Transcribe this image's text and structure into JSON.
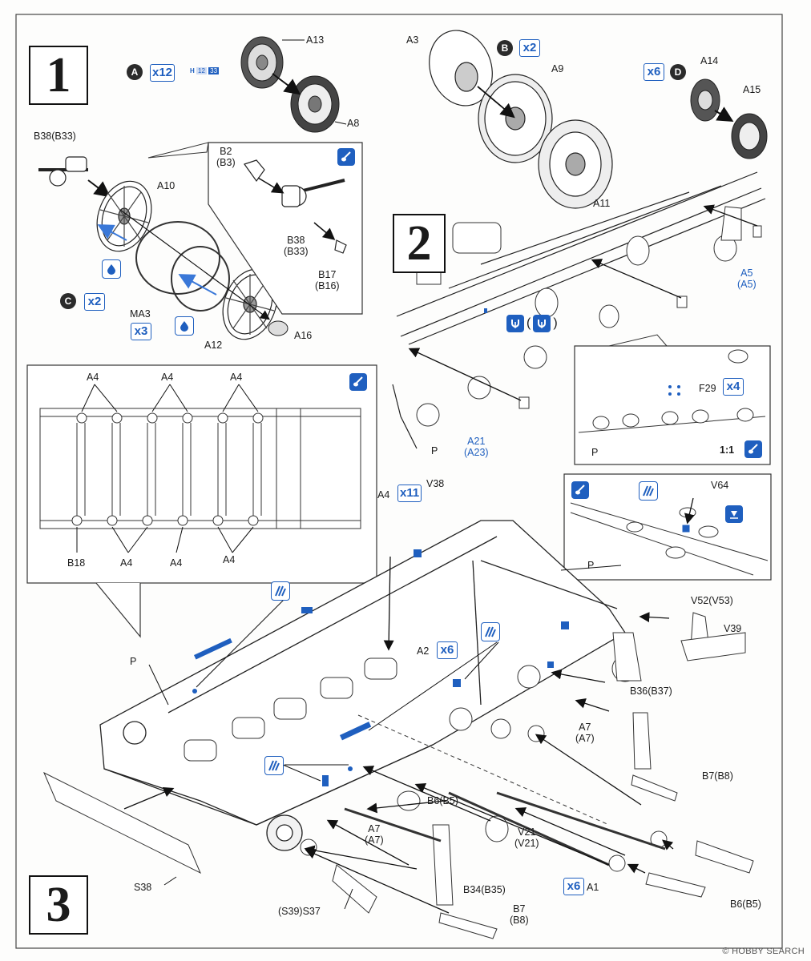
{
  "steps": {
    "s1": "1",
    "s2": "2",
    "s3": "3"
  },
  "step1": {
    "circle_a": "A",
    "qty_a": "x12",
    "paint_h": "H",
    "paint_c1": "12",
    "paint_c2": "33",
    "label_a13": "A13",
    "label_a8": "A8",
    "label_b38_b33": "B38(B33)",
    "label_a10": "A10",
    "label_b2": "B2\n(B3)",
    "label_b38_b33_2": "B38\n(B33)",
    "label_b17": "B17\n(B16)",
    "circle_c": "C",
    "qty_c": "x2",
    "label_ma3": "MA3",
    "qty_ma3": "x3",
    "label_a12": "A12",
    "label_a16": "A16"
  },
  "step1_right": {
    "label_a3": "A3",
    "circle_b": "B",
    "qty_b": "x2",
    "label_a9": "A9",
    "label_a11": "A11",
    "qty_d": "x6",
    "circle_d": "D",
    "label_a14": "A14",
    "label_a15": "A15"
  },
  "step2": {
    "label_a5": "A5\n(A5)",
    "label_p": "P",
    "label_a21": "A21\n(A23)",
    "label_f29": "F29",
    "qty_f29": "x4",
    "label_p_detail": "P",
    "scale": "1:1"
  },
  "step3_detail": {
    "top_labels": [
      "A4",
      "A4",
      "A4"
    ],
    "bottom_labels": [
      "B18",
      "A4",
      "A4",
      "A4"
    ]
  },
  "step3": {
    "label_a4": "A4",
    "qty_a4": "x11",
    "label_v38": "V38",
    "label_v64": "V64",
    "label_p_right": "P",
    "label_v52": "V52(V53)",
    "label_v39": "V39",
    "label_p": "P",
    "label_a2": "A2",
    "qty_a2": "x6",
    "label_b36": "B36(B37)",
    "label_a7_right": "A7\n(A7)",
    "label_b7_right": "B7(B8)",
    "label_b6_mid": "B6(B5)",
    "label_a7_mid": "A7\n(A7)",
    "label_v21": "V21\n(V21)",
    "qty_a1": "x6",
    "label_a1": "A1",
    "label_b6_right": "B6(B5)",
    "label_s38": "S38",
    "label_b34": "B34(B35)",
    "label_s37": "(S39)S37",
    "label_b7_bottom": "B7\n(B8)"
  },
  "watermark": "© HOBBY SEARCH",
  "colors": {
    "accent_blue": "#1f5fbf",
    "ink": "#1a1a1a"
  }
}
